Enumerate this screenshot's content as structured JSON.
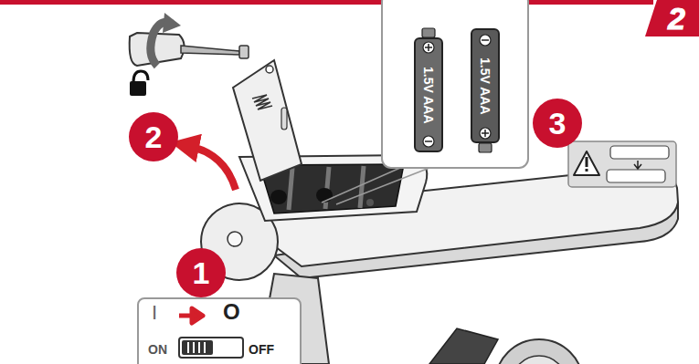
{
  "diagram": {
    "nodes": [
      {
        "text": [
          "2"
        ]
      },
      {
        "text": [
          "1.5V AAA"
        ]
      },
      {
        "text": [
          "1.5V AAA"
        ]
      },
      {
        "text": [
          "3"
        ]
      },
      {
        "text": [
          "2"
        ]
      },
      {
        "text": [
          "1"
        ]
      },
      {
        "text": [
          "I",
          "O",
          "ON",
          "OFF"
        ]
      }
    ]
  }
}
